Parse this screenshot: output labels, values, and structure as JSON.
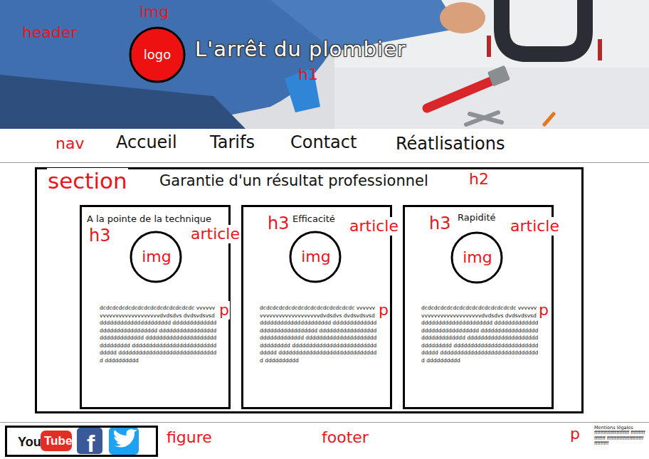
{
  "diagram": {
    "nodes": [
      {
        "text": [
          "header",
          "img",
          "L'arrêt du plombier",
          "h1"
        ]
      },
      {
        "text": [
          "logo"
        ],
        "in": 0
      },
      {
        "text": [
          "nav",
          "Accueil",
          "Tarifs",
          "Contact",
          "Réatlisations"
        ]
      },
      {
        "text": [
          "section",
          "Garantie d'un résultat professionnel",
          "h2"
        ]
      },
      {
        "text": [
          "A la pointe de la technique",
          "h3",
          "article",
          "p",
          "dcdcdcdcdcdcdcdcdcdcdcdcdcdcdc vvvvvvvvvvvvvvvvvvvvvvvvvdvdsdvs dvdsvdsvsdddddddddddddddddddddd dddddddddddddddddddddddddddddd dddddddddddddddddddddddddddddd dddddddddddddddddddddddddddddd dddddddddddddddddddddddddddddd dddddddddddddddddddddddddddddd dddddddddd"
        ],
        "in": 3
      },
      {
        "text": [
          "img"
        ],
        "in": 4
      },
      {
        "text": [
          "h3",
          "Efficacité",
          "article",
          "p",
          "dcdcdcdcdcdcdcdcdcdcdcdcdcdcdc vvvvvvvvvvvvvvvvvvvvvvvvvdvdsdvs dvdsvdsvsdddddddddddddddddddddd dddddddddddddddddddddddddddddd dddddddddddddddddddddddddddddd dddddddddddddddddddddddddddddd dddddddddddddddddddddddddddddd dddddddddddddddddddddddddddddd dddddddddd"
        ],
        "in": 3
      },
      {
        "text": [
          "img"
        ],
        "in": 6
      },
      {
        "text": [
          "h3",
          "Rapidité",
          "article",
          "p",
          "dcdcdcdcdcdcdcdcdcdcdcdcdcdcdc vvvvvvvvvvvvvvvvvvvvvvvvvdvdsdvs dvdsvdsvsdddddddddddddddddddddd dddddddddddddddddddddddddddddd dddddddddddddddddddddddddddddd dddddddddddddddddddddddddddddd dddddddddddddddddddddddddddddd dddddddddddddddddddddddddddddd dddddddddd"
        ],
        "in": 3
      },
      {
        "text": [
          "img"
        ],
        "in": 8
      },
      {
        "text": [
          "figure",
          "footer",
          "p",
          "Mentions légales",
          "ffffffffffffffffffffff ffffffffffffffff fffffffffffffffffffffff fffffffff"
        ]
      },
      {
        "text": [
          "You",
          "Tube",
          "f"
        ],
        "in": 10
      }
    ]
  }
}
